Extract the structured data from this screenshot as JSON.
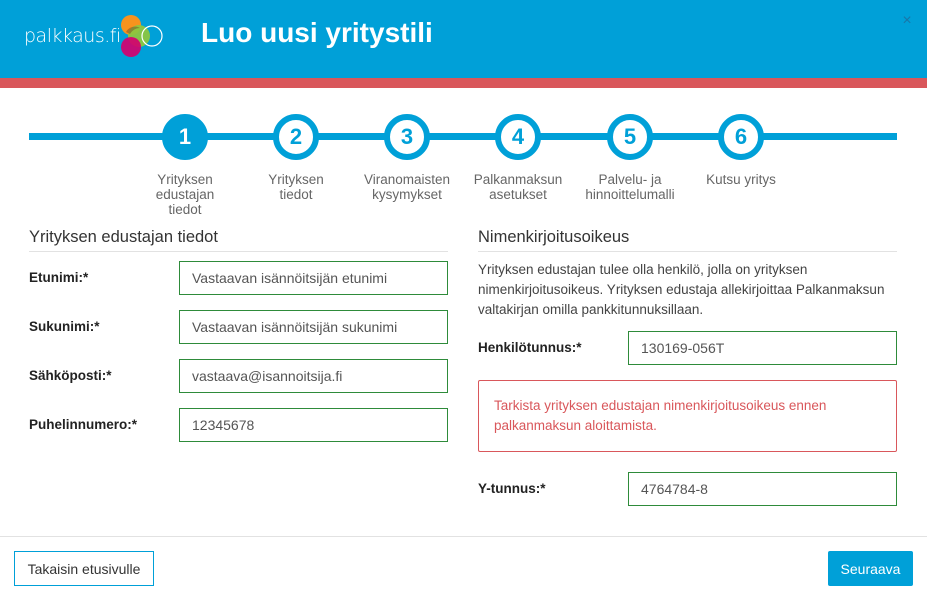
{
  "header": {
    "logo_text": "palkkaus.fi",
    "title": "Luo uusi yritystili",
    "close_icon": "×",
    "colors": {
      "header_bg": "#00a0d8",
      "stripe": "#d9575b"
    }
  },
  "stepper": {
    "active_step": 1,
    "steps": [
      {
        "number": "1",
        "label": "Yrityksen edustajan tiedot"
      },
      {
        "number": "2",
        "label": "Yrityksen tiedot"
      },
      {
        "number": "3",
        "label": "Viranomaisten kysymykset"
      },
      {
        "number": "4",
        "label": "Palkanmaksun asetukset"
      },
      {
        "number": "5",
        "label": "Palvelu- ja hinnoittelumalli"
      },
      {
        "number": "6",
        "label": "Kutsu yritys"
      }
    ]
  },
  "left_section": {
    "title": "Yrityksen edustajan tiedot",
    "fields": [
      {
        "label": "Etunimi:*",
        "value": "Vastaavan isännöitsijän etunimi"
      },
      {
        "label": "Sukunimi:*",
        "value": "Vastaavan isännöitsijän sukunimi"
      },
      {
        "label": "Sähköposti:*",
        "value": "vastaava@isannoitsija.fi"
      },
      {
        "label": "Puhelinnumero:*",
        "value": "12345678"
      }
    ]
  },
  "right_section": {
    "title": "Nimenkirjoitusoikeus",
    "help_text": "Yrityksen edustajan tulee olla henkilö, jolla on yrityksen nimenkirjoitusoikeus. Yrityksen edustaja allekirjoittaa Palkanmaksun valtakirjan omilla pankkitunnuksillaan.",
    "henkilotunnus": {
      "label": "Henkilötunnus:*",
      "value": "130169-056T"
    },
    "alert": "Tarkista yrityksen edustajan nimenkirjoitusoikeus ennen palkanmaksun aloittamista.",
    "ytunnus": {
      "label": "Y-tunnus:*",
      "value": "4764784-8"
    }
  },
  "footer": {
    "back_label": "Takaisin etusivulle",
    "next_label": "Seuraava"
  }
}
